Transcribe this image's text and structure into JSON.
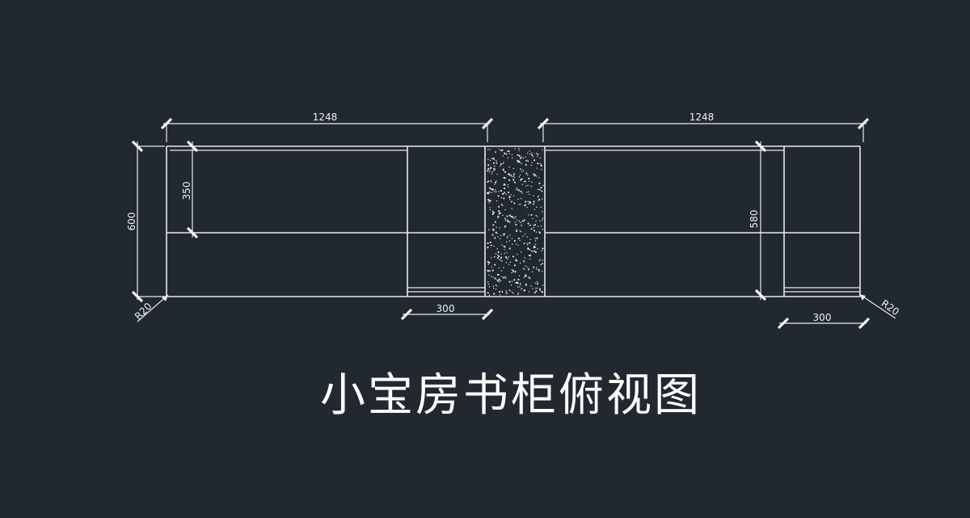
{
  "title": "小宝房书柜俯视图",
  "dimensions": {
    "left_width": "1248",
    "right_width": "1248",
    "left_depth": "600",
    "left_shelf_depth": "350",
    "right_depth": "580",
    "left_open_width": "300",
    "right_open_width": "300",
    "left_radius": "R20",
    "right_radius": "R20"
  },
  "colors": {
    "background": "#212830",
    "lines": "#e8eaec"
  }
}
